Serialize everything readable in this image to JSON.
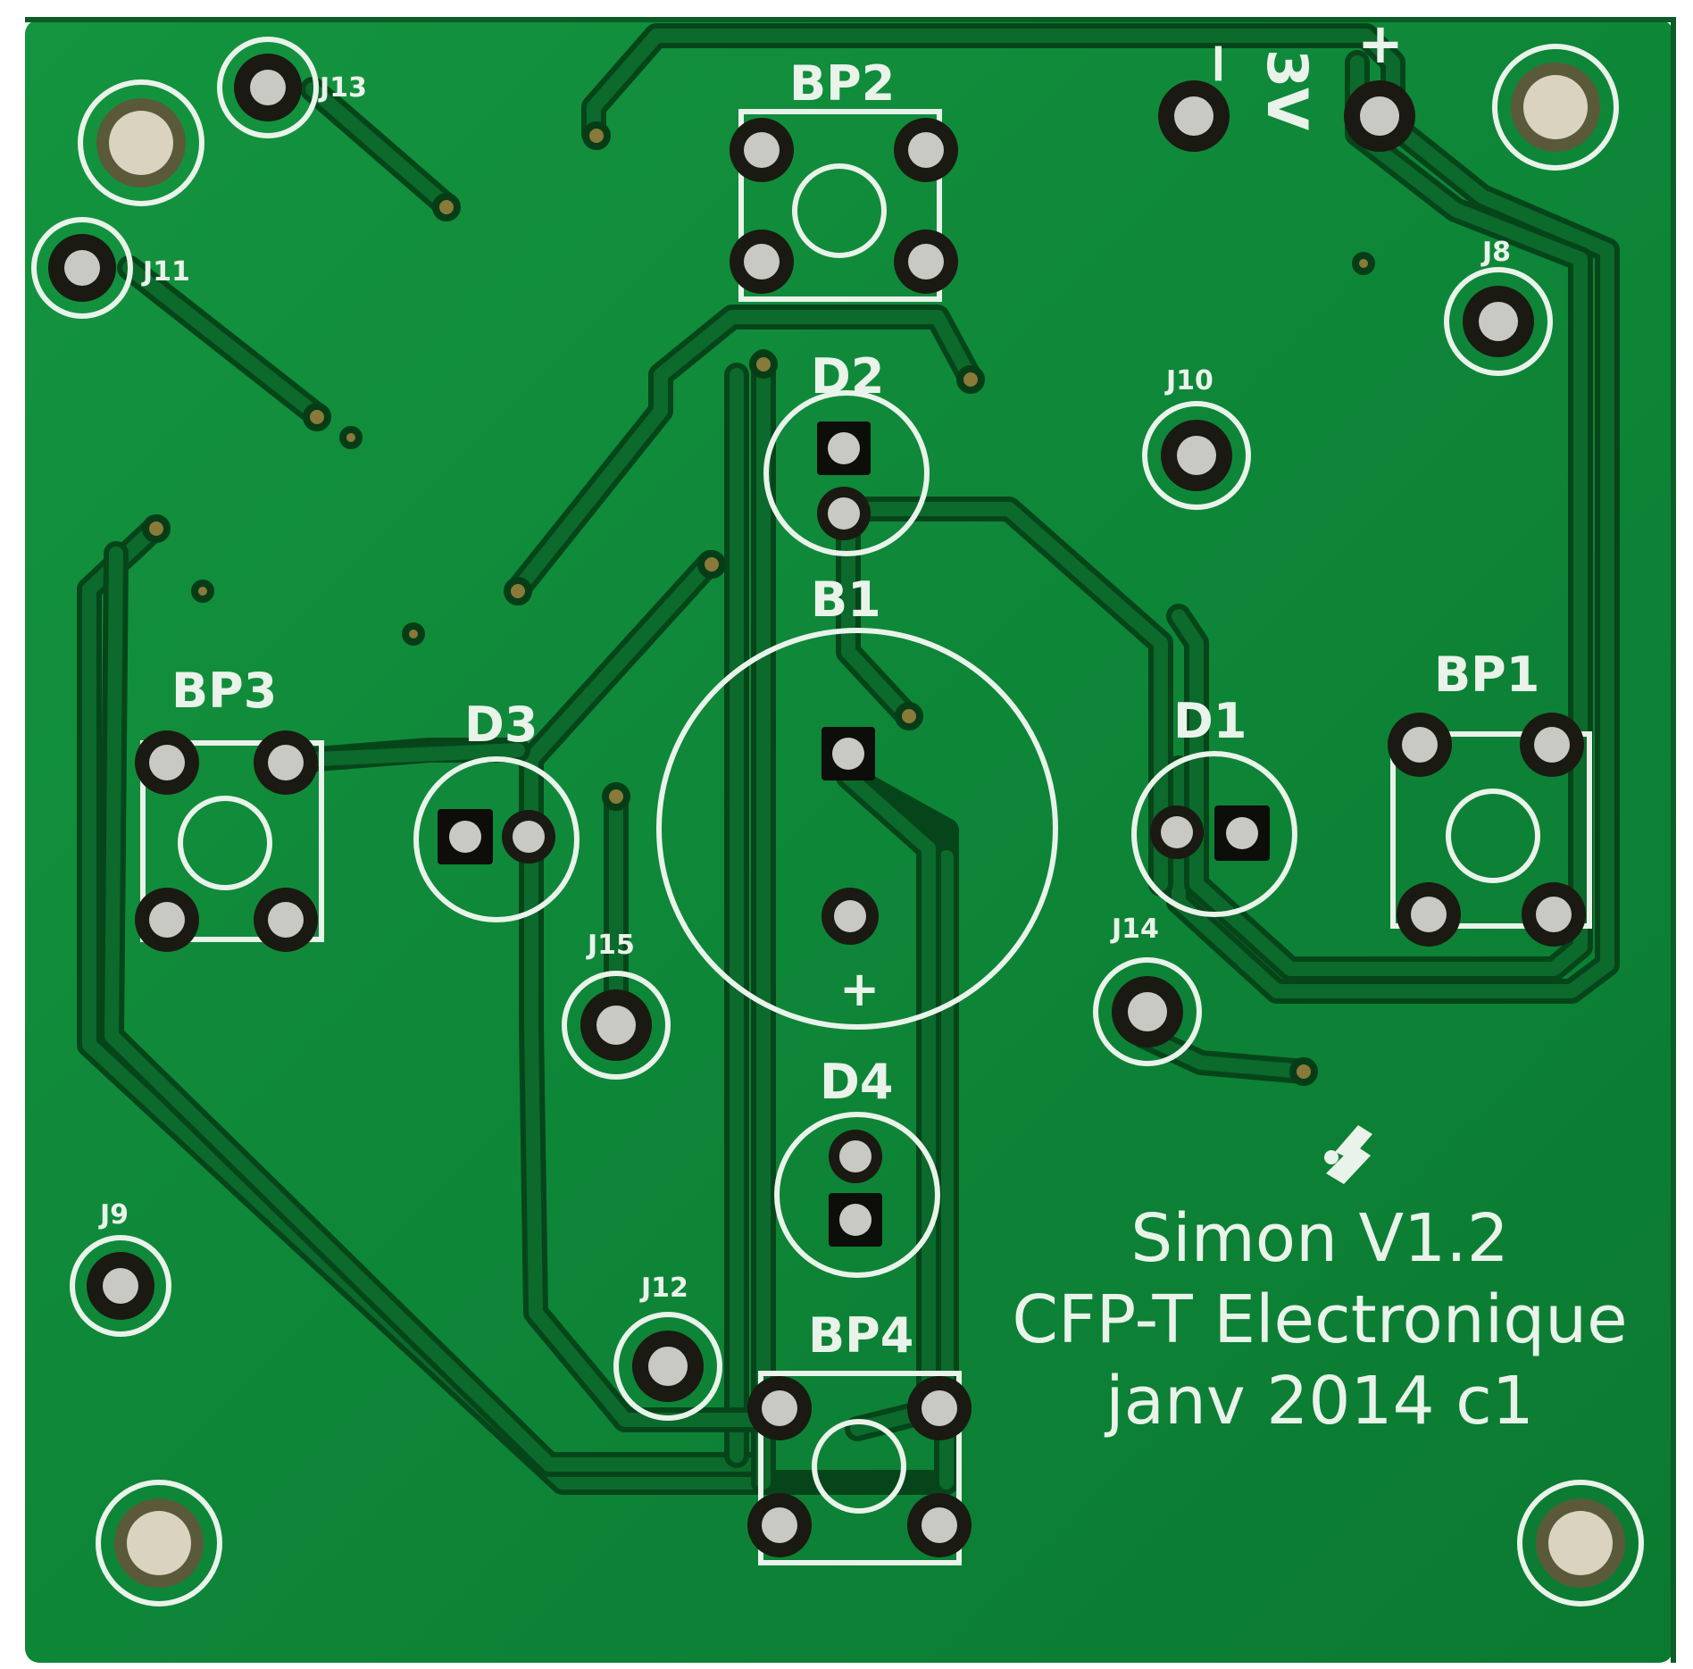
{
  "board": {
    "title_lines": [
      "Simon V1.2",
      "CFP-T Electronique",
      "janv 2014 c1"
    ],
    "colors": {
      "substrate": "#0f8a3a",
      "copper_trace": "#0b6a2c",
      "silkscreen": "#e9f3ea",
      "pad": "#c9c9c4",
      "background": "#ffffff"
    },
    "battery_label": "3V",
    "battery_minus": "−",
    "battery_plus": "+",
    "b1_plus": "+",
    "components": {
      "bp1": "BP1",
      "bp2": "BP2",
      "bp3": "BP3",
      "bp4": "BP4",
      "d1": "D1",
      "d2": "D2",
      "d3": "D3",
      "d4": "D4",
      "b1": "B1"
    },
    "jumpers": {
      "j8": "J8",
      "j9": "J9",
      "j10": "J10",
      "j11": "J11",
      "j12": "J12",
      "j13": "J13",
      "j14": "J14",
      "j15": "J15"
    },
    "logo_icon": "kicad-logo-icon"
  }
}
